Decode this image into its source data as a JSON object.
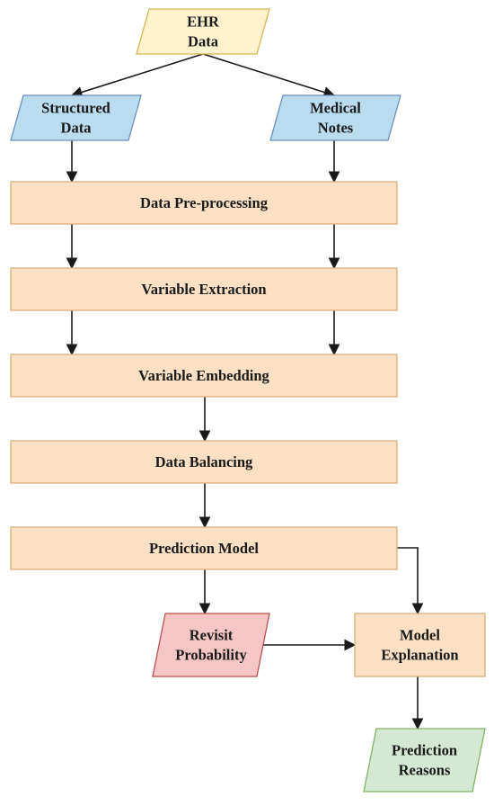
{
  "nodes": {
    "ehr_data": {
      "lines": [
        "EHR",
        "Data"
      ],
      "fill": "#fff2cc"
    },
    "structured_data": {
      "lines": [
        "Structured",
        "Data"
      ],
      "fill": "#b9dcee"
    },
    "medical_notes": {
      "lines": [
        "Medical",
        "Notes"
      ],
      "fill": "#b9dcee"
    },
    "preprocessing": {
      "lines": [
        "Data Pre-processing"
      ],
      "fill": "#fce0c3"
    },
    "extraction": {
      "lines": [
        "Variable Extraction"
      ],
      "fill": "#fce0c3"
    },
    "embedding": {
      "lines": [
        "Variable Embedding"
      ],
      "fill": "#fce0c3"
    },
    "balancing": {
      "lines": [
        "Data Balancing"
      ],
      "fill": "#fce0c3"
    },
    "prediction_model": {
      "lines": [
        "Prediction Model"
      ],
      "fill": "#fce0c3"
    },
    "revisit": {
      "lines": [
        "Revisit",
        "Probability"
      ],
      "fill": "#f6c5c5"
    },
    "explanation": {
      "lines": [
        "Model",
        "Explanation"
      ],
      "fill": "#fce0c3"
    },
    "reasons": {
      "lines": [
        "Prediction",
        "Reasons"
      ],
      "fill": "#d5e8d4"
    }
  },
  "colors": {
    "stroke": "#d8b07a",
    "para_stroke_yellow": "#d6b656",
    "para_stroke_blue": "#6c8ebf",
    "para_stroke_red": "#b85450",
    "para_stroke_green": "#82b366",
    "arrow": "#1a1a1a"
  }
}
